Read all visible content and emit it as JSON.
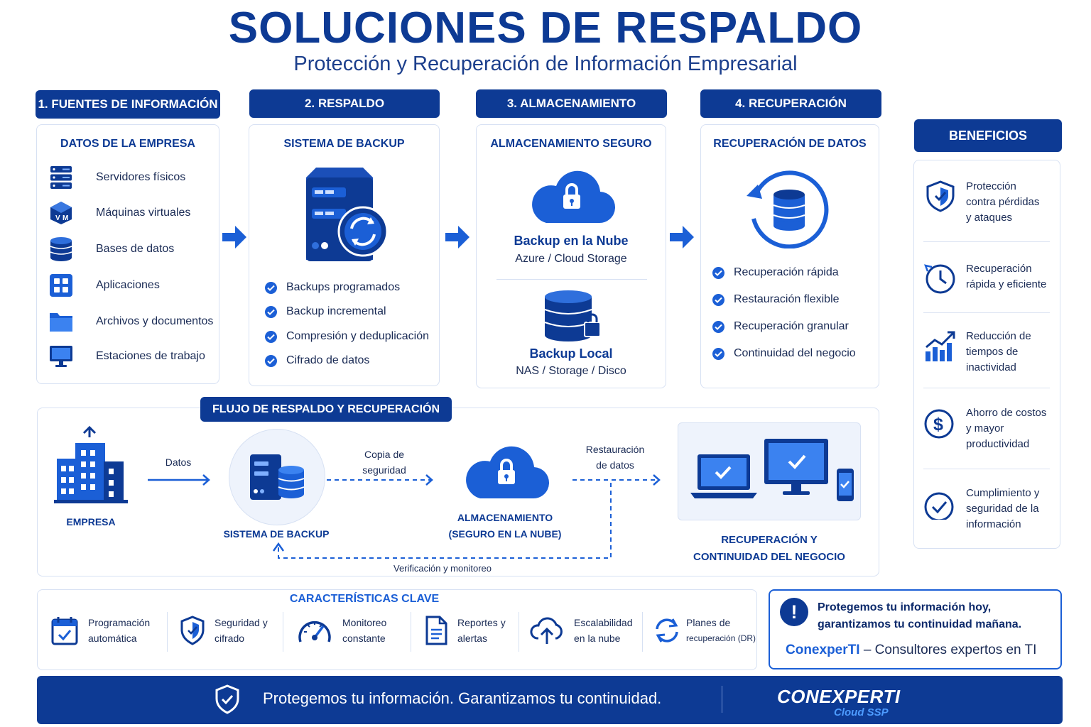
{
  "header": {
    "title": "SOLUCIONES DE RESPALDO",
    "subtitle": "Protección y Recuperación de Información Empresarial"
  },
  "steps": [
    {
      "label": "1. FUENTES DE INFORMACIÓN",
      "card_title": "DATOS DE LA EMPRESA",
      "items": [
        {
          "label": "Servidores físicos",
          "icon": "server-rack-icon"
        },
        {
          "label": "Máquinas virtuales",
          "icon": "virtual-machine-icon"
        },
        {
          "label": "Bases de datos",
          "icon": "database-icon"
        },
        {
          "label": "Aplicaciones",
          "icon": "apps-grid-icon"
        },
        {
          "label": "Archivos y documentos",
          "icon": "folder-icon"
        },
        {
          "label": "Estaciones de trabajo",
          "icon": "monitor-icon"
        }
      ]
    },
    {
      "label": "2. RESPALDO",
      "card_title": "SISTEMA DE BACKUP",
      "items": [
        "Backups programados",
        "Backup incremental",
        "Compresión y deduplicación",
        "Cifrado de datos"
      ]
    },
    {
      "label": "3. ALMACENAMIENTO",
      "card_title": "ALMACENAMIENTO SEGURO",
      "cloud": {
        "title": "Backup en la Nube",
        "sub": "Azure / Cloud Storage"
      },
      "local": {
        "title": "Backup Local",
        "sub": "NAS / Storage / Disco"
      }
    },
    {
      "label": "4. RECUPERACIÓN",
      "card_title": "RECUPERACIÓN DE DATOS",
      "items": [
        "Recuperación rápida",
        "Restauración flexible",
        "Recuperación granular",
        "Continuidad del negocio"
      ]
    }
  ],
  "benefits": {
    "title": "BENEFICIOS",
    "items": [
      {
        "lines": [
          "Protección",
          "contra pérdidas",
          "y ataques"
        ],
        "icon": "shield-icon"
      },
      {
        "lines": [
          "Recuperación",
          "rápida y eficiente"
        ],
        "icon": "clock-icon"
      },
      {
        "lines": [
          "Reducción de",
          "tiempos de",
          "inactividad"
        ],
        "icon": "growth-chart-icon"
      },
      {
        "lines": [
          "Ahorro de costos",
          "y mayor",
          "productividad"
        ],
        "icon": "dollar-icon"
      },
      {
        "lines": [
          "Cumplimiento y",
          "seguridad de la",
          "información"
        ],
        "icon": "check-circle-icon"
      }
    ]
  },
  "flow": {
    "title": "FLUJO DE RESPALDO Y RECUPERACIÓN",
    "empresa": "EMPRESA",
    "datos": "Datos",
    "backup": "SISTEMA DE BACKUP",
    "copia": [
      "Copia de",
      "seguridad"
    ],
    "storage": [
      "ALMACENAMIENTO",
      "(SEGURO EN LA NUBE)"
    ],
    "restore": [
      "Restauración",
      "de datos"
    ],
    "recovery": [
      "RECUPERACIÓN Y",
      "CONTINUIDAD DEL NEGOCIO"
    ],
    "verify": "Verificación y monitoreo"
  },
  "features": {
    "title": "CARACTERÍSTICAS CLAVE",
    "items": [
      {
        "lines": [
          "Programación",
          "automática"
        ],
        "icon": "calendar-check-icon"
      },
      {
        "lines": [
          "Seguridad y",
          "cifrado"
        ],
        "icon": "shield-icon"
      },
      {
        "lines": [
          "Monitoreo",
          "constante"
        ],
        "icon": "gauge-icon"
      },
      {
        "lines": [
          "Reportes y",
          "alertas"
        ],
        "icon": "document-icon"
      },
      {
        "lines": [
          "Escalabilidad",
          "en la nube"
        ],
        "icon": "cloud-upload-icon"
      },
      {
        "lines": [
          "Planes de",
          "recuperación (DR)"
        ],
        "icon": "refresh-icon"
      }
    ]
  },
  "promo": {
    "line1": "Protegemos tu información hoy,",
    "line2": "garantizamos tu continuidad mañana.",
    "brand": "ConexperTI",
    "tagline": "– Consultores expertos en TI"
  },
  "footer": {
    "text": "Protegemos tu información. Garantizamos tu continuidad.",
    "logo": "CONEXPERTI",
    "logo_sub": "Cloud SSP"
  },
  "colors": {
    "primary": "#0d3a94",
    "accent": "#1b5fd6",
    "light": "#e9f0fc"
  }
}
